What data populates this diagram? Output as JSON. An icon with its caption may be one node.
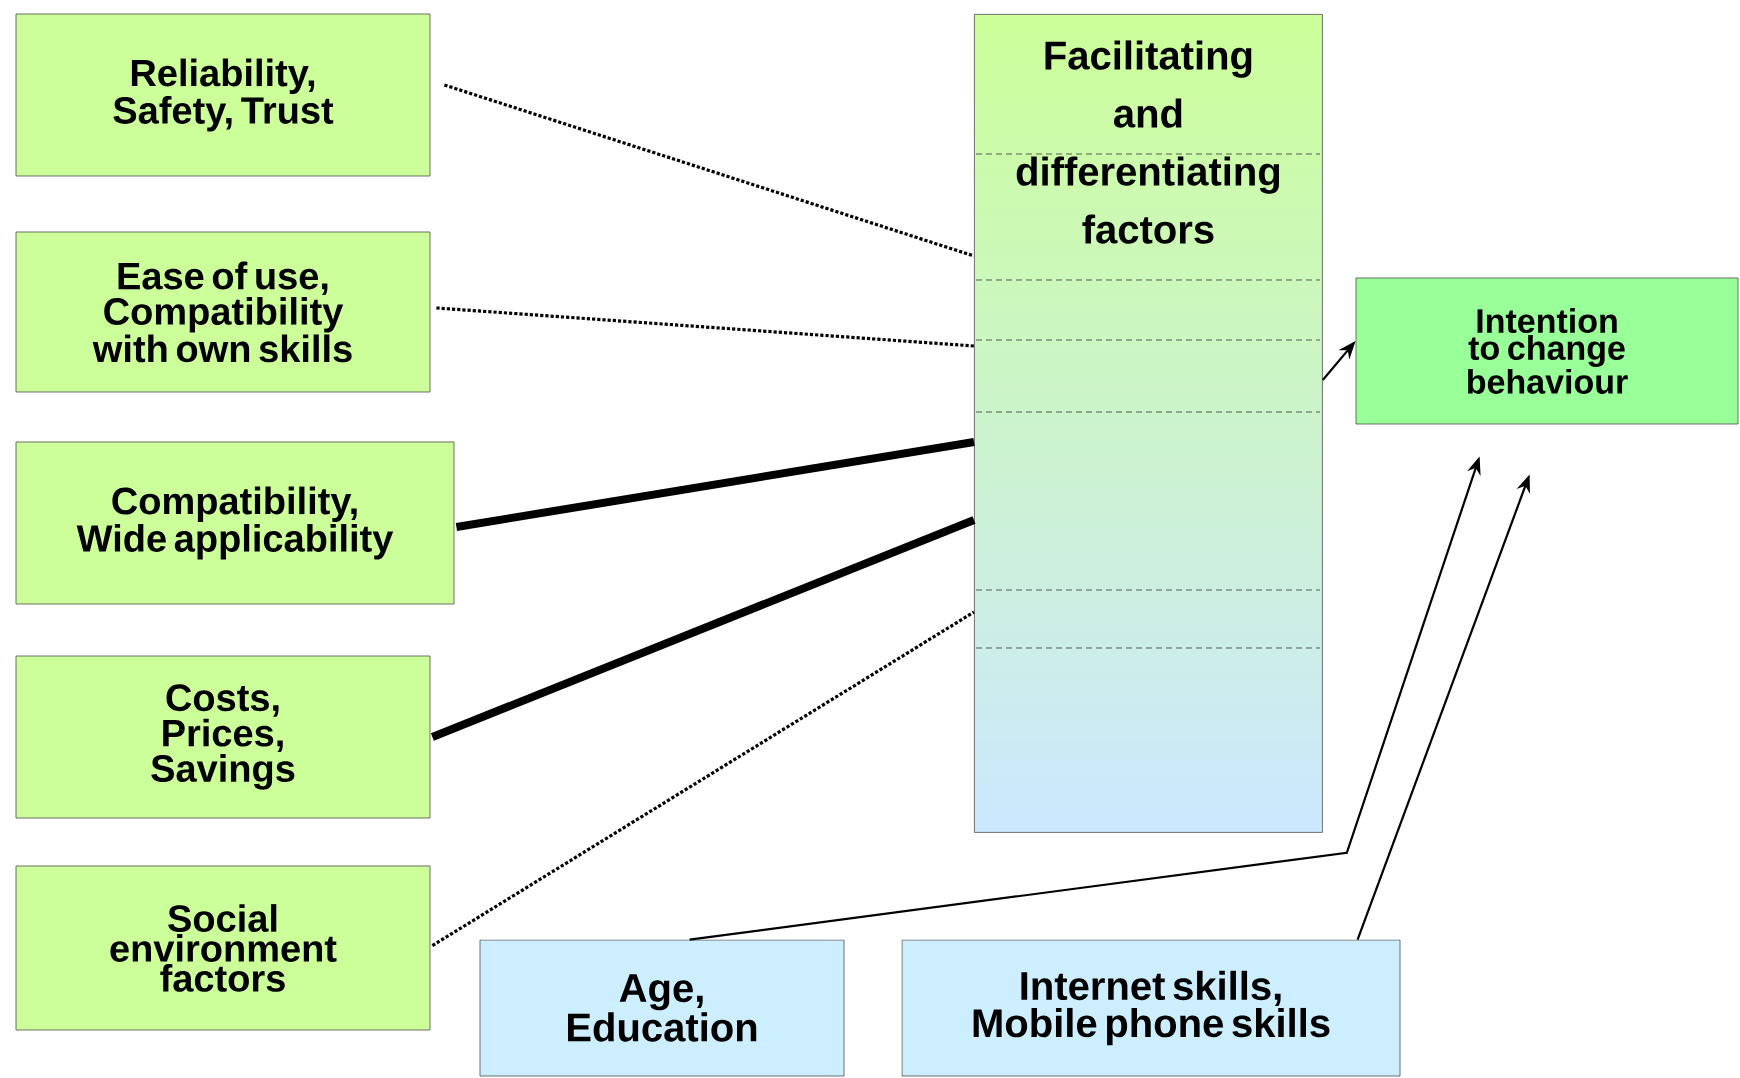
{
  "diagram": {
    "nodes": [
      {
        "text": [
          "Reliability, Safety, Trust"
        ]
      },
      {
        "text": [
          "Ease of use, Compatibility with own skills"
        ]
      },
      {
        "text": [
          "Compatibility, Wide applicability"
        ]
      },
      {
        "text": [
          "Costs, Prices, Savings"
        ]
      },
      {
        "text": [
          "Social environment factors"
        ]
      },
      {
        "text": [
          "Facilitating and differentiating factors"
        ]
      },
      {
        "text": [
          "Intention to change behaviour"
        ]
      },
      {
        "text": [
          "Age, Education"
        ]
      },
      {
        "text": [
          "Internet skills, Mobile phone skills"
        ]
      }
    ],
    "edges": [
      {
        "from": 0,
        "to": 5,
        "arrow": "none",
        "style": "dashed"
      },
      {
        "from": 1,
        "to": 5,
        "arrow": "none",
        "style": "dashed"
      },
      {
        "from": 2,
        "to": 5,
        "arrow": "none",
        "style": "thick"
      },
      {
        "from": 3,
        "to": 5,
        "arrow": "none",
        "style": "thick"
      },
      {
        "from": 4,
        "to": 5,
        "arrow": "none",
        "style": "dashed"
      },
      {
        "from": 5,
        "to": 6,
        "arrow": "to"
      },
      {
        "from": 7,
        "to": 6,
        "arrow": "to"
      },
      {
        "from": 8,
        "to": 6,
        "arrow": "to"
      }
    ]
  }
}
